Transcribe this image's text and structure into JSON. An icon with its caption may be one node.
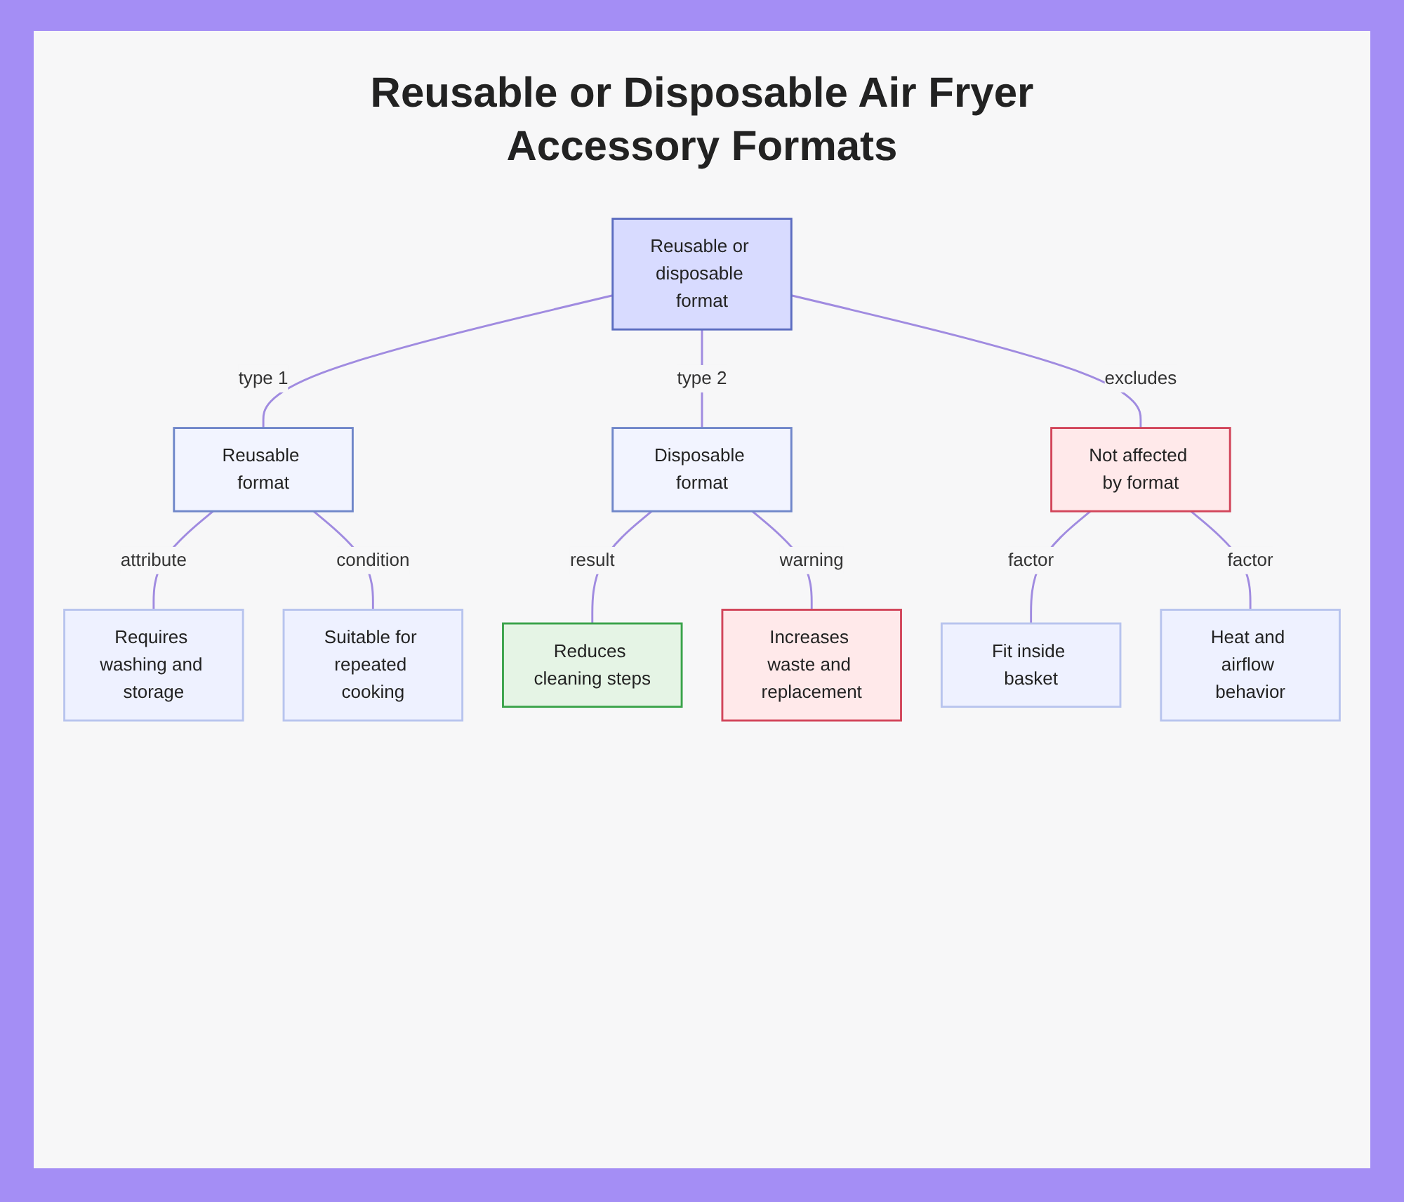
{
  "diagram": {
    "title": "Reusable or Disposable Air Fryer Accessory Formats",
    "nodes": [
      {
        "text": [
          "Reusable or disposable format"
        ]
      },
      {
        "text": [
          "Reusable format"
        ]
      },
      {
        "text": [
          "Disposable format"
        ]
      },
      {
        "text": [
          "Not affected by format"
        ]
      },
      {
        "text": [
          "Requires washing and storage"
        ]
      },
      {
        "text": [
          "Suitable for repeated cooking"
        ]
      },
      {
        "text": [
          "Reduces cleaning steps"
        ]
      },
      {
        "text": [
          "Increases waste and replacement"
        ]
      },
      {
        "text": [
          "Fit inside basket"
        ]
      },
      {
        "text": [
          "Heat and airflow behavior"
        ]
      }
    ],
    "edges": [
      {
        "from": 0,
        "to": 1,
        "arrow": "none",
        "label": "type 1"
      },
      {
        "from": 0,
        "to": 2,
        "arrow": "none",
        "label": "type 2"
      },
      {
        "from": 0,
        "to": 3,
        "arrow": "none",
        "label": "excludes"
      },
      {
        "from": 1,
        "to": 4,
        "arrow": "none",
        "label": "attribute"
      },
      {
        "from": 1,
        "to": 5,
        "arrow": "none",
        "label": "condition"
      },
      {
        "from": 2,
        "to": 6,
        "arrow": "none",
        "label": "result"
      },
      {
        "from": 2,
        "to": 7,
        "arrow": "none",
        "label": "warning"
      },
      {
        "from": 3,
        "to": 8,
        "arrow": "none",
        "label": "factor"
      },
      {
        "from": 3,
        "to": 9,
        "arrow": "none",
        "label": "factor"
      }
    ]
  }
}
